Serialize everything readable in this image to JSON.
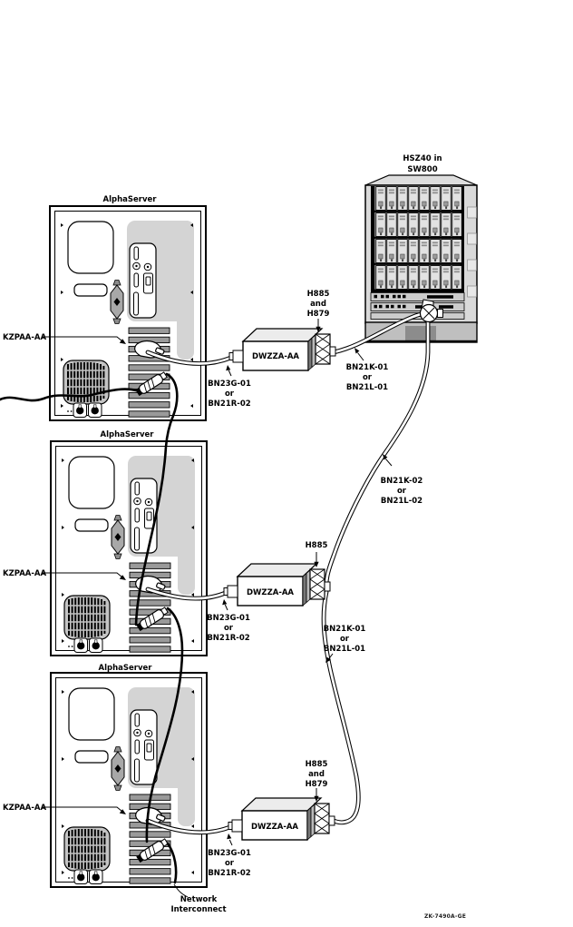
{
  "colors": {
    "ink": "#000000",
    "panel": "#d4d4d4",
    "slots": "#9a9a9a",
    "cabinet": "#d9d9d9",
    "modules": "#e2e2e2",
    "base": "#bfbfbf",
    "dark": "#8c8c8c"
  },
  "storage_cabinet": {
    "label_lines": [
      "HSZ40 in",
      "SW800"
    ]
  },
  "servers": [
    {
      "title": "AlphaServer",
      "adapter_label": "KZPAA-AA",
      "converter_label": "DWZZA-AA",
      "terminator_lines": [
        "H885",
        "and",
        "H879"
      ],
      "host_cable_lines": [
        "BN23G-01",
        "or",
        "BN21R-02"
      ],
      "bus_cable_lines": [
        "BN21K-01",
        "or",
        "BN21L-01"
      ]
    },
    {
      "title": "AlphaServer",
      "adapter_label": "KZPAA-AA",
      "converter_label": "DWZZA-AA",
      "terminator_lines": [
        "H885"
      ],
      "host_cable_lines": [
        "BN23G-01",
        "or",
        "BN21R-02"
      ],
      "bus_cable_lines": [
        "BN21K-01",
        "or",
        "BN21L-01"
      ]
    },
    {
      "title": "AlphaServer",
      "adapter_label": "KZPAA-AA",
      "converter_label": "DWZZA-AA",
      "terminator_lines": [
        "H885",
        "and",
        "H879"
      ],
      "host_cable_lines": [
        "BN23G-01",
        "or",
        "BN21R-02"
      ]
    }
  ],
  "storage_cable_lines": [
    "BN21K-02",
    "or",
    "BN21L-02"
  ],
  "network_label_lines": [
    "Network",
    "Interconnect"
  ],
  "figure_number": "ZK-7490A-GE"
}
